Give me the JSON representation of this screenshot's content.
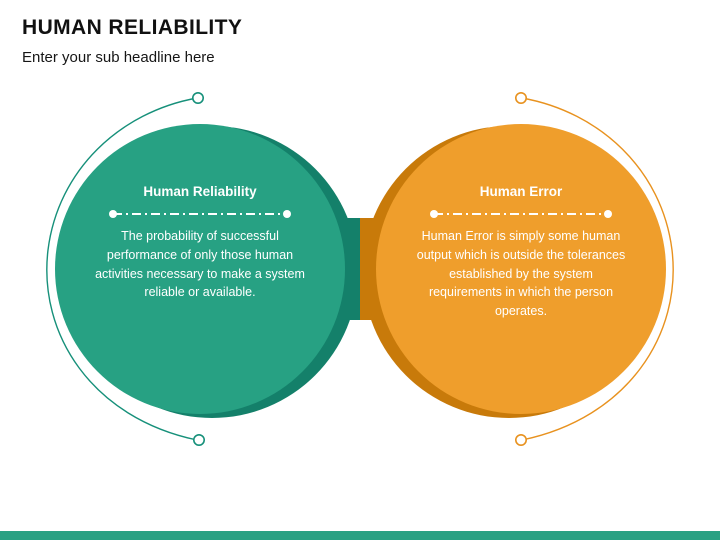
{
  "header": {
    "title": "HUMAN RELIABILITY",
    "subtitle": "Enter your sub headline here"
  },
  "diagram": {
    "type": "two-circle-comparison",
    "left": {
      "heading": "Human Reliability",
      "body": "The probability of successful performance of only those human activities necessary to make a system reliable or available.",
      "fill_color": "#27a183",
      "shade_color": "#14806a",
      "accent_color": "#16907a"
    },
    "right": {
      "heading": "Human Error",
      "body": "Human Error is simply some human output which is outside the tolerances established by the system requirements in which the person operates.",
      "fill_color": "#ef9e2c",
      "shade_color": "#c87a0a",
      "accent_color": "#e8921f"
    }
  },
  "footer": {
    "bar_color": "#29a183"
  }
}
